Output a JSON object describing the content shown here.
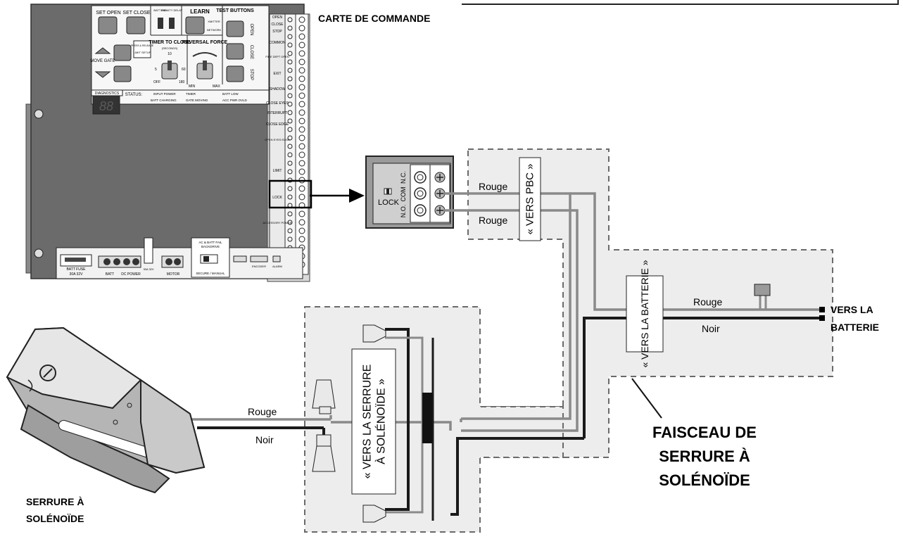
{
  "title": "CARTE DE COMMANDE",
  "board": {
    "set_open": "SET OPEN",
    "set_close": "SET CLOSE",
    "batt_fail": "BATT FAIL",
    "infinity_delay": "INFINITY DELAY",
    "learn": "LEARN",
    "xmitter": "XMITTER",
    "network": "NETWORK",
    "test_buttons": "TEST BUTTONS",
    "test_open": "OPEN",
    "test_close": "CLOSE",
    "test_stop": "STOP",
    "move_gate": "MOVE GATE",
    "press_release": "PRESS & RELEASE",
    "limit_setup": "LIMIT SETUP",
    "timer_to_close": "TIMER TO CLOSE",
    "seconds": "(SECONDS)",
    "ttc_10": "10",
    "ttc_5": "5",
    "ttc_60": "60",
    "ttc_off": "OFF",
    "ttc_180": "180",
    "reversal_force": "REVERSAL FORCE",
    "min": "MIN",
    "max": "MAX",
    "diagnostics": "DIAGNOSTICS",
    "status": "STATUS:",
    "display": "88",
    "status_items": [
      "INPUT POWER",
      "TIMER",
      "BATT LOW",
      "BATT CHARGING",
      "GATE MOVING",
      "ACC PWR OVLD"
    ],
    "terminal_labels": [
      "OPEN",
      "CLOSE",
      "STOP",
      "COMMON",
      "FIRE DEPT OPEN",
      "EXIT",
      "SHADOW",
      "CLOSE EYES",
      "INTERRUPT",
      "CLOSE EDGE",
      "OPEN EYES EDGE",
      "LIMIT",
      "LOCK",
      "ACCESSORY POWER"
    ],
    "batt_fuse": "BATT FUSE",
    "fuse_rating": "30A 32V",
    "batt": "BATT",
    "dc_power": "DC POWER",
    "fuse2": "30A 32V",
    "motor": "MOTOR",
    "ac_batt_fail": "AC & BATT FAIL",
    "backdrive": "BACKDRIVE",
    "secure_manual": "SECURE / MANUAL",
    "encoder": "ENCODER",
    "alarm": "ALARM"
  },
  "relay": {
    "nc": "N.C.",
    "com": "COM",
    "no": "N.O.",
    "lock": "LOCK"
  },
  "harness_labels": {
    "vers_pbc": "« VERS PBC »",
    "vers_batterie": "« VERS LA BATTERIE »",
    "vers_serrure_line1": "« VERS LA SERRURE",
    "vers_serrure_line2": "À SOLÉNOÏDE »"
  },
  "wires": {
    "rouge_top": "Rouge",
    "rouge_bottom": "Rouge",
    "rouge_battery": "Rouge",
    "noir_battery": "Noir",
    "rouge_lock": "Rouge",
    "noir_lock": "Noir"
  },
  "vers_la_batterie_line1": "VERS LA",
  "vers_la_batterie_line2": "BATTERIE",
  "faisceau": [
    "FAISCEAU DE",
    "SERRURE À",
    "SOLÉNOÏDE"
  ],
  "serrure": [
    "SERRURE À",
    "SOLÉNOÏDE"
  ],
  "colors": {
    "red_wire": "#8a8a8a",
    "black_wire": "#1a1a1a",
    "board": "#6b6b6b",
    "harness_fill": "#ededed"
  }
}
